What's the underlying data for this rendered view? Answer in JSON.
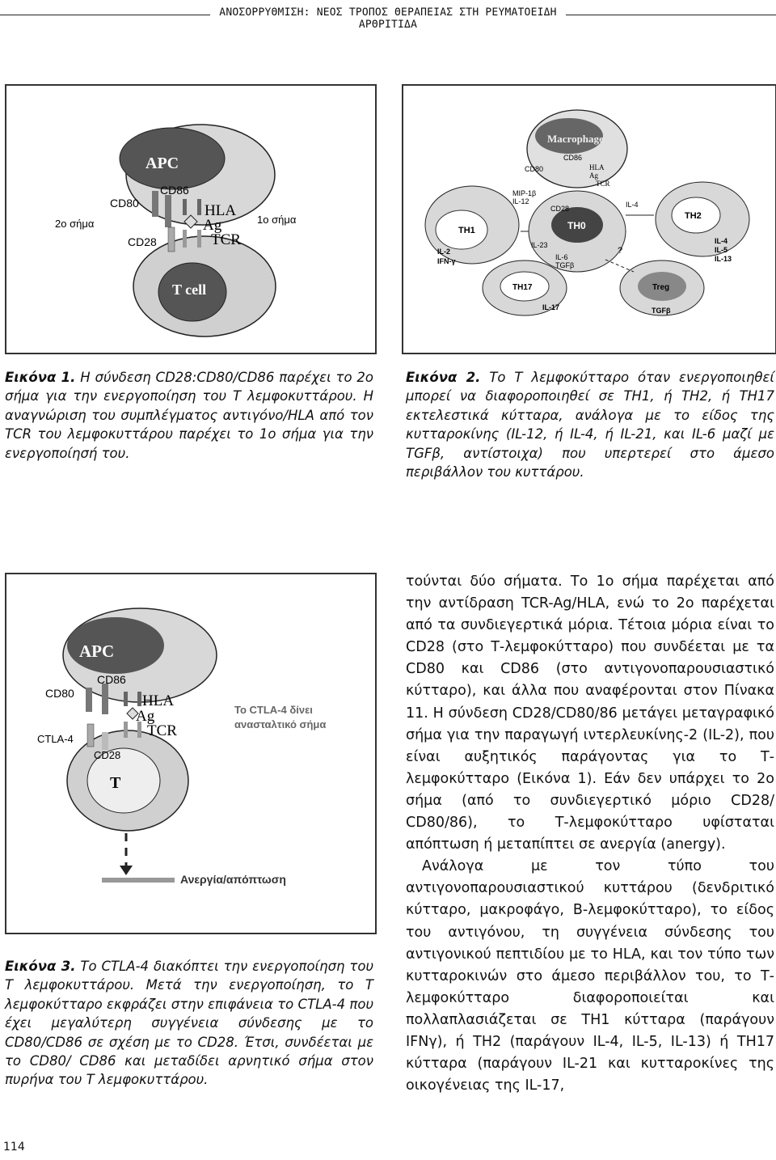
{
  "header": {
    "title": "ΑΝΟΣΟΡΡΥΘΜΙΣΗ: ΝΕΟΣ ΤΡΟΠΟΣ ΘΕΡΑΠΕΙΑΣ ΣΤΗ ΡΕΥΜΑΤΟΕΙΔΗ ΑΡΘΡΙΤΙΔΑ"
  },
  "figure1": {
    "labels": {
      "apc": "APC",
      "cd80": "CD80",
      "cd86": "CD86",
      "hla": "HLA",
      "ag": "Ag",
      "tcr": "TCR",
      "cd28": "CD28",
      "tcell": "T cell",
      "signal2": "2ο σήμα",
      "signal1": "1ο σήμα"
    },
    "caption": {
      "lead": "Εικόνα 1.",
      "text": " Η σύνδεση CD28:CD80/CD86 παρέχει το 2ο σήμα για την ενεργοποίηση του Τ λεμφοκυττάρου. Η αναγνώριση του συμπλέγματος αντιγόνο/HLA από τον TCR του λεμφοκυττάρου παρέχει το 1ο σήμα για την ενεργοποίησή του."
    }
  },
  "figure2": {
    "labels": {
      "macrophage": "Macrophage",
      "cd86": "CD86",
      "cd80": "CD80",
      "hla": "HLA",
      "ag": "Ag",
      "tcr": "TCR",
      "mip": "MIP-1β",
      "il12": "IL-12",
      "cd28": "CD28",
      "il4": "IL-4",
      "th1": "TH1",
      "th0": "TH0",
      "th2": "TH2",
      "il2": "IL-2",
      "ifn": "IFN-γ",
      "il23": "IL-23",
      "il6": "IL-6",
      "tgfb": "TGFβ",
      "q": "?",
      "il4b": "IL-4",
      "il5": "IL-5",
      "il13": "IL-13",
      "th17": "TH17",
      "treg": "Treg",
      "il17": "IL-17",
      "tgfb2": "TGFβ"
    },
    "caption": {
      "lead": "Εικόνα 2.",
      "text": " Το Τ λεμφοκύτταρο όταν ενεργοποιηθεί μπορεί να διαφοροποιηθεί σε ΤΗ1, ή ΤΗ2, ή ΤΗ17 εκτελεστικά κύτταρα, ανάλογα με το είδος της κυτταροκίνης (IL-12, ή IL-4, ή IL-21, και IL-6 μαζί με TGFβ, αντίστοιχα) που υπερτερεί στο άμεσο περιβάλλον του κυττάρου."
    }
  },
  "figure3": {
    "labels": {
      "apc": "APC",
      "cd86": "CD86",
      "cd80": "CD80",
      "hla": "HLA",
      "ag": "Ag",
      "tcr": "TCR",
      "ctla4": "CTLA-4",
      "cd28": "CD28",
      "t": "T",
      "note1": "Το CTLA-4 δίνει",
      "note2": "ανασταλτικό σήμα",
      "anergy": "Ανεργία/απόπτωση"
    },
    "caption": {
      "lead": "Εικόνα 3.",
      "text": " Το CTLA-4 διακόπτει την ενεργοποίηση του Τ λεμφοκυττάρου. Μετά την ενεργοποίηση, το Τ λεμφοκύτταρο εκφράζει στην επιφάνεια το CTLA-4 που έχει μεγαλύτερη συγγένεια σύνδεσης με το CD80/CD86 σε σχέση με το CD28. Έτσι, συνδέεται με το CD80/ CD86 και μεταδίδει αρνητικό σήμα στον πυρήνα του Τ λεμφοκυττάρου."
    }
  },
  "body": {
    "p1": "τούνται δύο σήματα. Το 1ο σήμα παρέχεται από την αντίδραση TCR-Ag/HLA, ενώ το 2ο παρέχεται από τα συνδιεγερτικά μόρια. Τέτοια μόρια είναι το CD28 (στο Τ-λεμφοκύτταρο) που συνδέεται με τα CD80 και CD86 (στο αντιγονοπαρουσιαστικό κύτταρο), και άλλα που αναφέρονται στον Πίνακα 11. Η σύνδεση CD28/CD80/86 μετάγει μεταγραφικό σήμα για την παραγωγή ιντερλευκίνης-2 (IL-2), που είναι αυξητικός παράγοντας για το Τ-λεμφοκύτταρο (Εικόνα 1). Εάν δεν υπάρχει το 2ο σήμα (από το συνδιεγερτικό μόριο CD28/ CD80/86), το Τ-λεμφοκύτταρο υφίσταται απόπτωση ή μεταπίπτει σε ανεργία (anergy).",
    "p2": "Ανάλογα με τον τύπο του αντιγονοπαρουσιαστικού κυττάρου (δενδριτικό κύτταρο, μακροφάγο, Β-λεμφοκύτταρο), το είδος του αντιγόνου, τη συγγένεια σύνδεσης του αντιγονικού πεπτιδίου με το HLA, και τον τύπο των κυτταροκινών στο άμεσο περιβάλλον του, το Τ-λεμφοκύτταρο διαφοροποιείται και πολλαπλασιάζεται σε ΤΗ1 κύτταρα (παράγουν IFNγ), ή ΤΗ2 (παράγουν IL-4, IL-5, IL-13) ή ΤΗ17 κύτταρα (παράγουν IL-21 και κυτταροκίνες της οικογένειας της IL-17,"
  },
  "page_number": "114"
}
